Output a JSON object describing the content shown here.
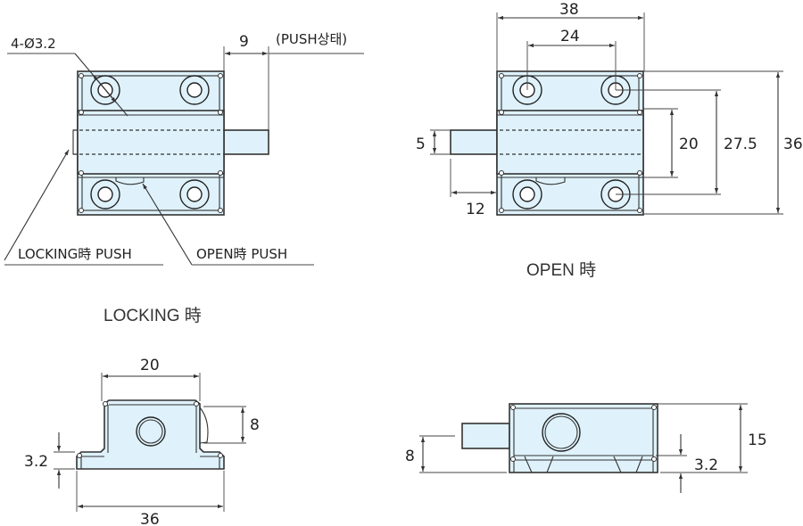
{
  "title": "Push latch dimensional drawing",
  "colors": {
    "part_fill": "#dff2fb",
    "line": "#333333",
    "background": "#ffffff"
  },
  "views": {
    "locking_top": {
      "caption": "LOCKING 時",
      "hole_note": "4-Ø3.2",
      "push_stroke": "9",
      "push_state": "(PUSH상태)",
      "callout_locking": "LOCKING時 PUSH",
      "callout_open": "OPEN時  PUSH"
    },
    "open_top": {
      "caption": "OPEN 時",
      "overall_width": "38",
      "hole_pitch_x": "24",
      "pin_width": "5",
      "pin_protrusion": "12",
      "slot_width": "20",
      "hole_pitch_y": "27.5",
      "overall_height": "36"
    },
    "locking_side": {
      "top_width": "20",
      "pin_height": "8",
      "flange_thickness": "3.2",
      "overall_width": "36"
    },
    "open_side": {
      "pin_height": "8",
      "flange_thickness": "3.2",
      "overall_height": "15"
    }
  }
}
